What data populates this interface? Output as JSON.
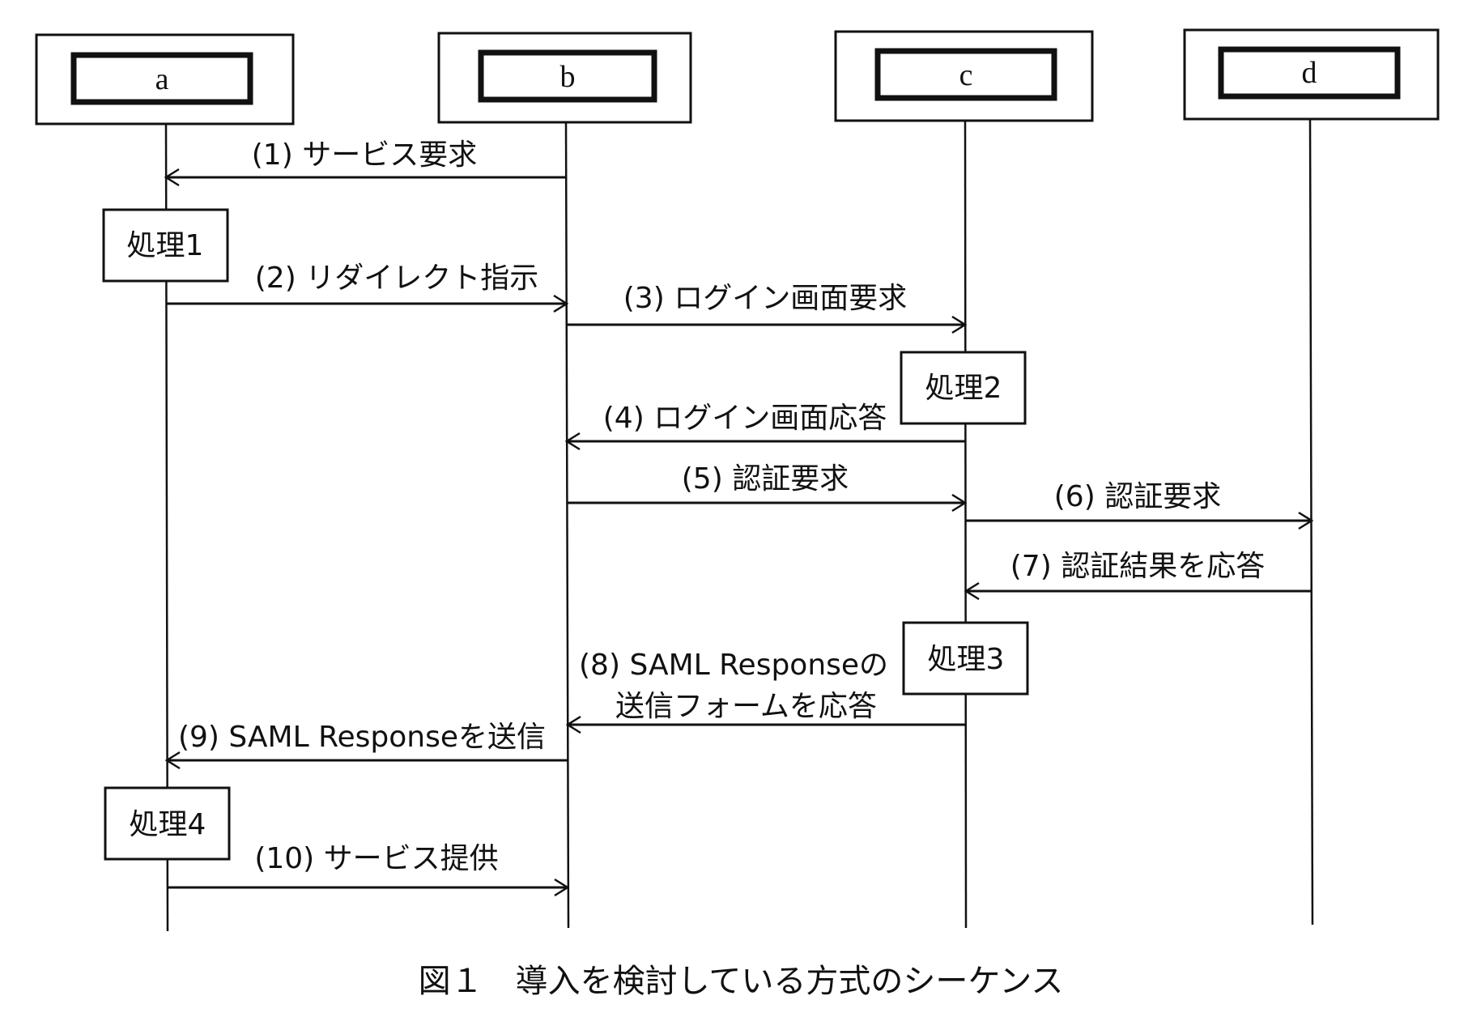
{
  "actors": [
    {
      "id": "a",
      "label": "a"
    },
    {
      "id": "b",
      "label": "b"
    },
    {
      "id": "c",
      "label": "c"
    },
    {
      "id": "d",
      "label": "d"
    }
  ],
  "messages": [
    {
      "num": "(1)",
      "text": "(1) サービス要求",
      "from": "b",
      "to": "a"
    },
    {
      "num": "(2)",
      "text": "(2) リダイレクト指示",
      "from": "a",
      "to": "b"
    },
    {
      "num": "(3)",
      "text": "(3) ログイン画面要求",
      "from": "b",
      "to": "c"
    },
    {
      "num": "(4)",
      "text": "(4) ログイン画面応答",
      "from": "c",
      "to": "b"
    },
    {
      "num": "(5)",
      "text": "(5) 認証要求",
      "from": "b",
      "to": "c"
    },
    {
      "num": "(6)",
      "text": "(6) 認証要求",
      "from": "c",
      "to": "d"
    },
    {
      "num": "(7)",
      "text": "(7) 認証結果を応答",
      "from": "d",
      "to": "c"
    },
    {
      "num": "(8)",
      "text": "(8) SAML Responseの",
      "text2": "送信フォームを応答",
      "from": "c",
      "to": "b"
    },
    {
      "num": "(9)",
      "text": "(9) SAML Responseを送信",
      "from": "b",
      "to": "a"
    },
    {
      "num": "(10)",
      "text": "(10) サービス提供",
      "from": "a",
      "to": "b"
    }
  ],
  "processes": [
    {
      "label": "処理1",
      "on": "a"
    },
    {
      "label": "処理2",
      "on": "c"
    },
    {
      "label": "処理3",
      "on": "c"
    },
    {
      "label": "処理4",
      "on": "a"
    }
  ],
  "caption": "図１　導入を検討している方式のシーケンス"
}
